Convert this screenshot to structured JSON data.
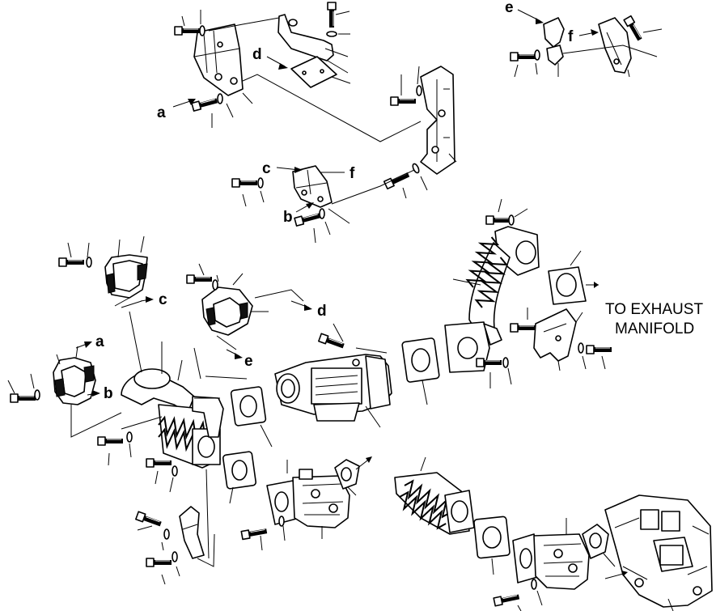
{
  "callouts": {
    "a": "a",
    "b": "b",
    "c": "c",
    "d": "d",
    "e": "e",
    "f": "f"
  },
  "note": {
    "line1": "TO EXHAUST",
    "line2": "MANIFOLD"
  }
}
